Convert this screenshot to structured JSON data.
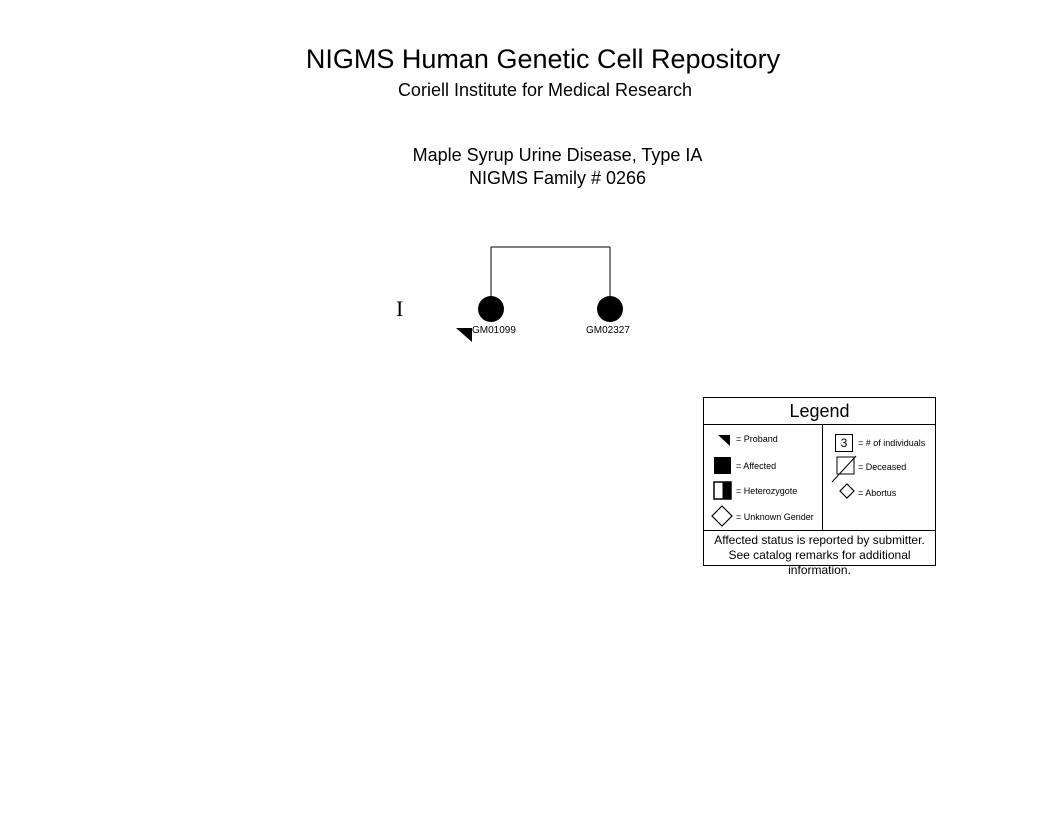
{
  "header": {
    "title": "NIGMS Human Genetic Cell Repository",
    "subtitle": "Coriell Institute for Medical Research"
  },
  "pedigree": {
    "disease": "Maple Syrup Urine Disease, Type IA",
    "family": "NIGMS Family # 0266",
    "generations": [
      {
        "label": "I",
        "individuals": [
          {
            "id": "GM01099",
            "sex": "female",
            "affected": true,
            "proband": true
          },
          {
            "id": "GM02327",
            "sex": "female",
            "affected": true,
            "proband": false
          }
        ]
      }
    ]
  },
  "legend": {
    "title": "Legend",
    "proband": "= Proband",
    "affected": "= Affected",
    "heterozygote": "= Heterozygote",
    "unknown_gender": "= Unknown Gender",
    "count_symbol": "3",
    "individuals": "= # of individuals",
    "deceased": "= Deceased",
    "abortus": "= Abortus",
    "note": "Affected status is reported by submitter. See catalog remarks for additional information."
  }
}
